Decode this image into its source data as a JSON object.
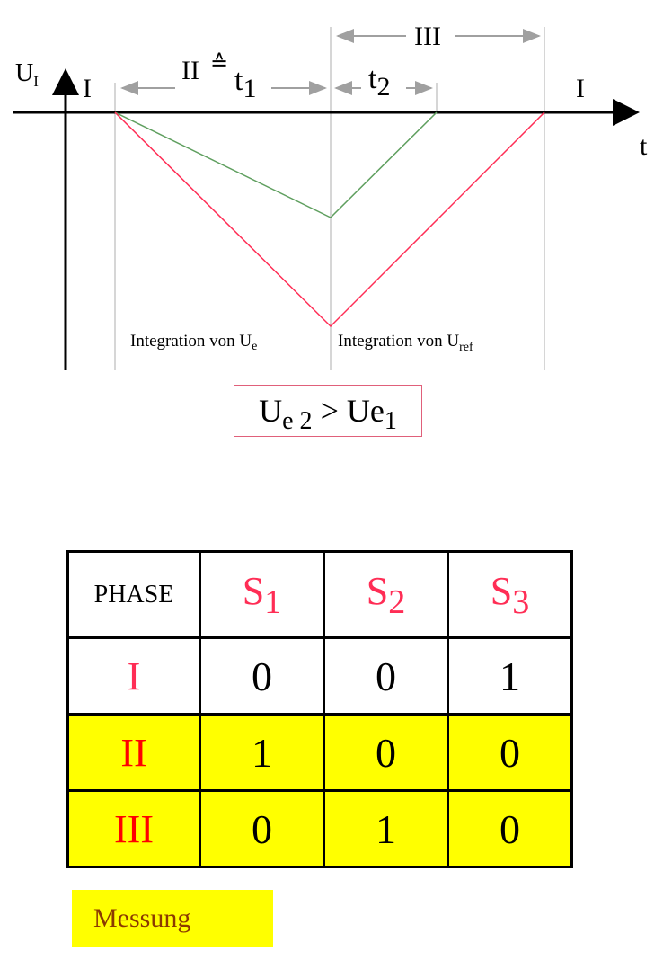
{
  "diagram": {
    "axis_y_label": "U",
    "axis_y_sub": "I",
    "axis_x_label": "t",
    "phase_I_left": "I",
    "phase_I_right": "I",
    "phase_II_label": "II",
    "phase_II_symbol": "≙",
    "t1_label": "t",
    "t1_sub": "1",
    "t2_label": "t",
    "t2_sub": "2",
    "phase_III_label": "III",
    "integration_ue_text": "Integration von U",
    "integration_ue_sub": "e",
    "integration_uref_text": "Integration von U",
    "integration_uref_sub": "ref",
    "colors": {
      "green_ramp": "#5f9f5f",
      "red_ramp": "#ff2d55",
      "guide": "#c8c8c8",
      "arrow": "#a0a0a0"
    }
  },
  "formula": {
    "left_main": "U",
    "left_sub": "e 2",
    "operator": ">",
    "right_main": "Ue",
    "right_sub": "1"
  },
  "table": {
    "header": {
      "phase": "PHASE",
      "s1": "S",
      "s1_sub": "1",
      "s2": "S",
      "s2_sub": "2",
      "s3": "S",
      "s3_sub": "3"
    },
    "rows": [
      {
        "phase": "I",
        "s1": "0",
        "s2": "0",
        "s3": "1"
      },
      {
        "phase": "II",
        "s1": "1",
        "s2": "0",
        "s3": "0"
      },
      {
        "phase": "III",
        "s1": "0",
        "s2": "1",
        "s3": "0"
      }
    ],
    "highlight_color": "#ffff00"
  },
  "messung": {
    "label": "Messung"
  }
}
